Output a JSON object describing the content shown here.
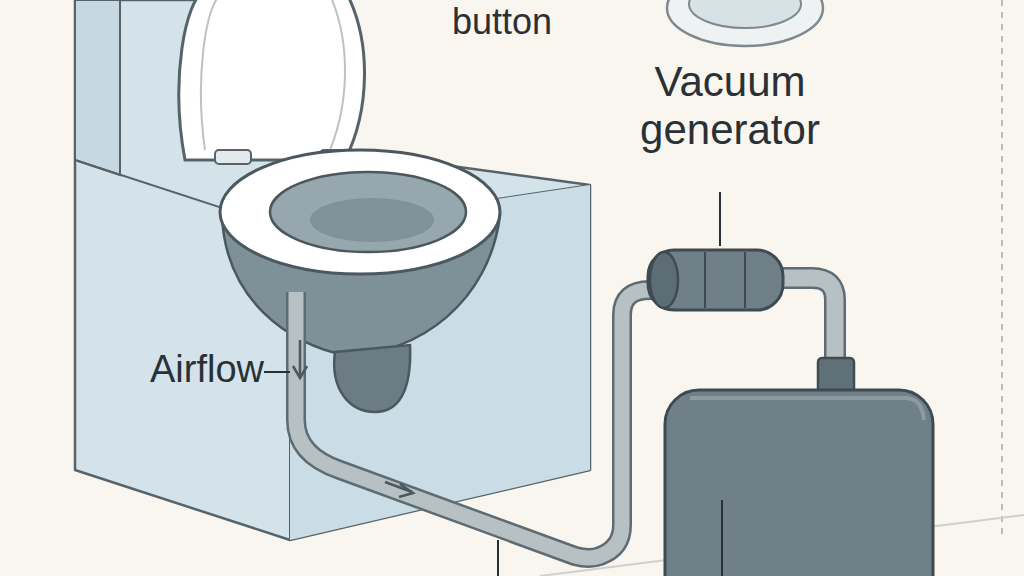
{
  "diagram": {
    "labels": [
      "button",
      "Vacuum generator",
      "Airflow"
    ]
  }
}
